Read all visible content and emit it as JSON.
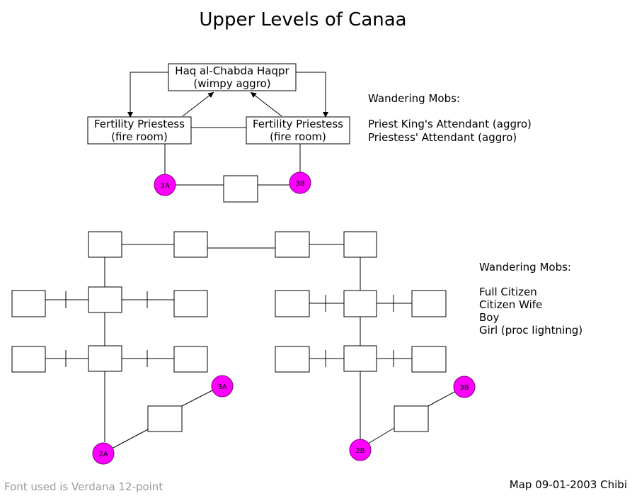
{
  "title": "Upper Levels of Canaa",
  "top_map": {
    "king_room": {
      "line1": "Haq al-Chabda Haqpr",
      "line2": "(wimpy aggro)"
    },
    "priestess_left": {
      "line1": "Fertility Priestess",
      "line2": "(fire room)"
    },
    "priestess_right": {
      "line1": "Fertility Priestess",
      "line2": "(fire room)"
    },
    "portal_left": "3A",
    "portal_right": "3B",
    "wandering": {
      "heading": "Wandering Mobs:",
      "items": [
        "Priest King's Attendant (aggro)",
        "Priestess' Attendant (aggro)"
      ]
    }
  },
  "bottom_map": {
    "portals": {
      "left_top": "3A",
      "left_bottom": "2A",
      "right_top": "3B",
      "right_bottom": "2B"
    },
    "wandering": {
      "heading": "Wandering Mobs:",
      "items": [
        "Full Citizen",
        "Citizen Wife",
        "Boy",
        "Girl (proc lightning)"
      ]
    }
  },
  "footer": {
    "font_note": "Font used is Verdana 12-point",
    "credit": "Map 09-01-2003 Chibi"
  },
  "colors": {
    "portal": "#ff00ff",
    "portal_stroke": "#800080",
    "grey_text": "#9a9a9a"
  }
}
